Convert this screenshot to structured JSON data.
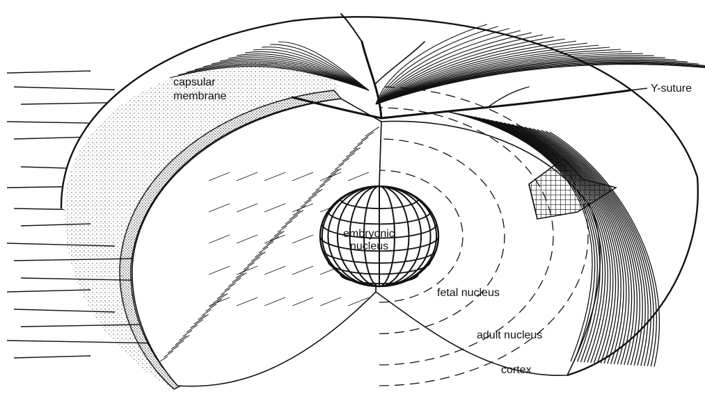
{
  "labels": {
    "capsular_line1": "capsular",
    "capsular_line2": "membrane",
    "y_suture": "Y-suture",
    "embryonic_line1": "embryonic",
    "embryonic_line2": "nucleus",
    "fetal_nucleus": "fetal nucleus",
    "adult_nucleus": "adult nucleus",
    "cortex": "cortex"
  },
  "colors": {
    "ink": "#111111",
    "paper": "#ffffff"
  }
}
